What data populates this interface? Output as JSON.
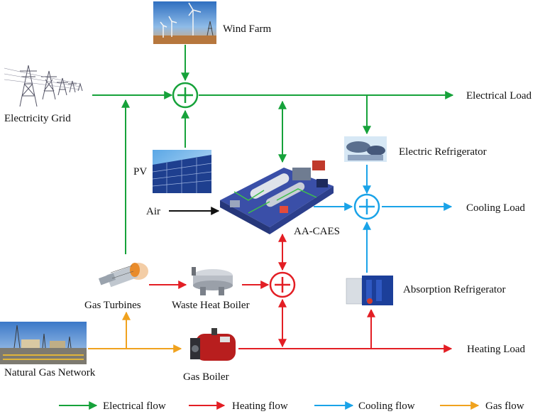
{
  "colors": {
    "electrical": "#16a23a",
    "heating": "#e31e24",
    "cooling": "#1aa3e8",
    "gas": "#f0a21e",
    "air": "#111111"
  },
  "labels": {
    "wind_farm": "Wind Farm",
    "electrical_load": "Electrical Load",
    "electricity_grid": "Electricity Grid",
    "electric_refrigerator": "Electric Refrigerator",
    "pv": "PV",
    "air": "Air",
    "cooling_load": "Cooling Load",
    "aa_caes": "AA-CAES",
    "gas_turbines": "Gas Turbines",
    "waste_heat_boiler": "Waste Heat Boiler",
    "absorption_refrigerator": "Absorption Refrigerator",
    "natural_gas_network": "Natural Gas Network",
    "heating_load": "Heating Load",
    "gas_boiler": "Gas Boiler"
  },
  "legend": [
    {
      "label": "Electrical flow",
      "color": "#16a23a"
    },
    {
      "label": "Heating  flow",
      "color": "#e31e24"
    },
    {
      "label": "Cooling flow",
      "color": "#1aa3e8"
    },
    {
      "label": "Gas flow",
      "color": "#f0a21e"
    }
  ],
  "icons": {
    "wind_farm": "wind-farm-icon",
    "electricity_grid": "transmission-tower-icon",
    "pv": "solar-panel-icon",
    "aa_caes": "compressed-air-storage-icon",
    "electric_refrigerator": "electric-chiller-icon",
    "absorption_refrigerator": "absorption-chiller-icon",
    "gas_turbines": "gas-turbine-icon",
    "waste_heat_boiler": "waste-heat-boiler-icon",
    "natural_gas_network": "gas-plant-icon",
    "gas_boiler": "gas-boiler-icon"
  }
}
